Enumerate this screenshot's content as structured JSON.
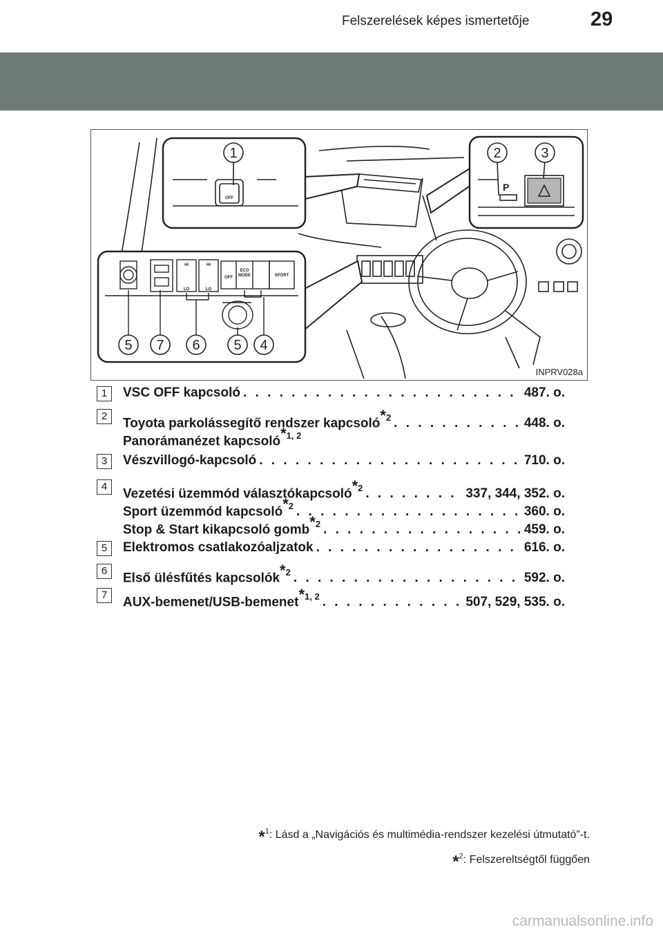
{
  "header": {
    "title": "Felszerelések képes ismertetője",
    "page_number": "29",
    "band_color": "#6f7b79"
  },
  "figure": {
    "code": "INPRV028a",
    "callouts": [
      "1",
      "2",
      "3",
      "5",
      "7",
      "6",
      "5",
      "4"
    ],
    "panel_labels": {
      "vsc_off": "OFF",
      "eco_mode_top": "ECO",
      "eco_mode_bottom": "MODE",
      "sport": "SPORT",
      "auto_off": "OFF",
      "hi_1": "HI",
      "lo_1": "LO",
      "hi_2": "HI",
      "lo_2": "LO",
      "park_assist": "P"
    }
  },
  "items": [
    {
      "num": "1",
      "lines": [
        {
          "label": "VSC OFF kapcsoló",
          "sup": "",
          "page": "487. o."
        }
      ]
    },
    {
      "num": "2",
      "lines": [
        {
          "label": "Toyota parkolássegítő rendszer kapcsoló",
          "sup": "2",
          "page": "448. o."
        },
        {
          "label": "Panorámanézet kapcsoló",
          "sup": "1, 2",
          "page": ""
        }
      ]
    },
    {
      "num": "3",
      "lines": [
        {
          "label": "Vészvillogó-kapcsoló",
          "sup": "",
          "page": "710. o."
        }
      ]
    },
    {
      "num": "4",
      "lines": [
        {
          "label": "Vezetési üzemmód választókapcsoló",
          "sup": "2",
          "page": "337, 344, 352. o."
        },
        {
          "label": "Sport üzemmód kapcsoló",
          "sup": "2",
          "page": "360. o."
        },
        {
          "label": "Stop & Start kikapcsoló gomb",
          "sup": "2",
          "page": "459. o."
        }
      ]
    },
    {
      "num": "5",
      "lines": [
        {
          "label": "Elektromos csatlakozóaljzatok",
          "sup": "",
          "page": "616. o."
        }
      ]
    },
    {
      "num": "6",
      "lines": [
        {
          "label": "Első ülésfűtés kapcsolók",
          "sup": "2",
          "page": "592. o."
        }
      ]
    },
    {
      "num": "7",
      "lines": [
        {
          "label": "AUX-bemenet/USB-bemenet",
          "sup": "1, 2",
          "page": "507, 529, 535. o."
        }
      ]
    }
  ],
  "footnotes": [
    {
      "sup": "1",
      "text": ": Lásd a „Navigációs és multimédia-rendszer kezelési útmutató”-t."
    },
    {
      "sup": "2",
      "text": ": Felszereltségtől függően"
    }
  ],
  "watermark": "carmanualsonline.info"
}
